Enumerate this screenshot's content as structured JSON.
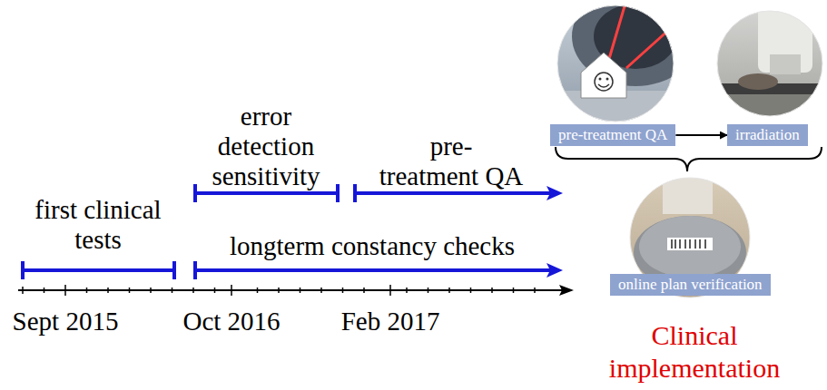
{
  "diagram": {
    "nodes": [
      {
        "text": [
          "pre-treatment QA"
        ]
      },
      {
        "text": [
          "irradiation"
        ]
      },
      {
        "text": [
          "online plan verification"
        ]
      }
    ],
    "edges": [
      {
        "from": 0,
        "to": 1,
        "arrow": "to"
      }
    ],
    "labels": [
      "error detection sensitivity",
      "pre- treatment QA",
      "first clinical tests",
      "longterm constancy checks",
      "Sept 2015",
      "Oct 2016",
      "Feb 2017",
      "Clinical implementation"
    ]
  }
}
